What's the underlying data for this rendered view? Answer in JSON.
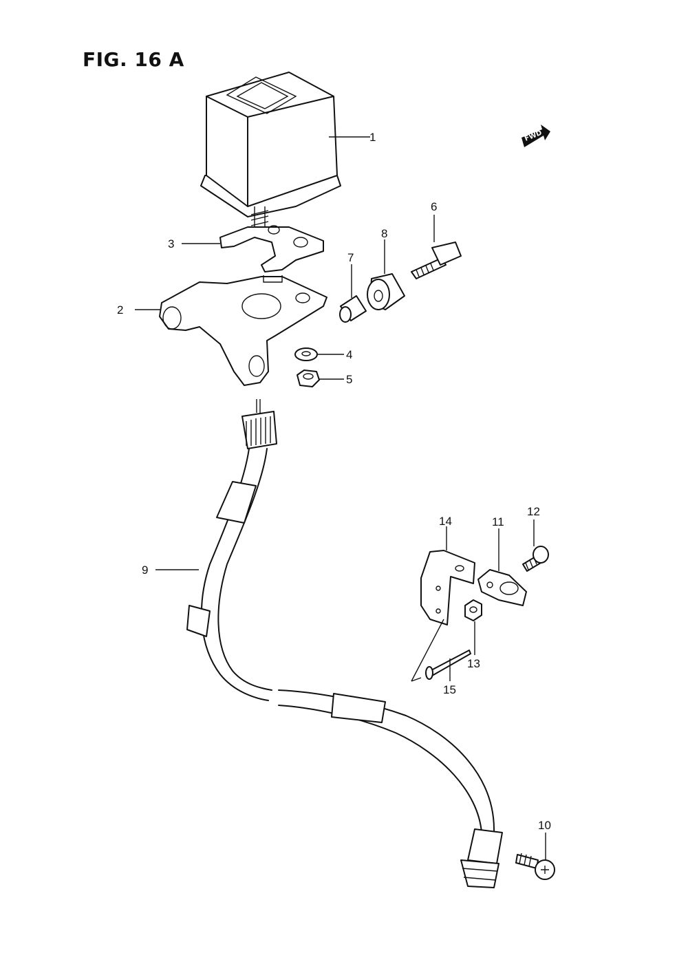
{
  "figure": {
    "title": "FIG. 16 A"
  },
  "direction_badge": {
    "label": "FWD",
    "icon": "forward-arrow-icon"
  },
  "callouts": {
    "p1": "1",
    "p2": "2",
    "p3": "3",
    "p4": "4",
    "p5": "5",
    "p6": "6",
    "p7": "7",
    "p8": "8",
    "p9": "9",
    "p10": "10",
    "p11": "11",
    "p12": "12",
    "p13": "13",
    "p14": "14",
    "p15": "15"
  },
  "colors": {
    "line": "#111111",
    "background": "#ffffff"
  }
}
